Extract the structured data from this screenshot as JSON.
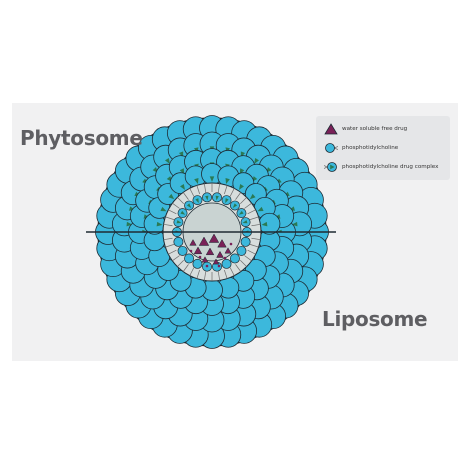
{
  "titles": {
    "top": "Phytosome",
    "bottom": "Liposome"
  },
  "legend": {
    "items": [
      {
        "label": "water soluble free drug",
        "icon": "triangle-drug-icon"
      },
      {
        "label": "phosphotidylcholine",
        "icon": "phospholipid-icon"
      },
      {
        "label": "phosphotidylcholine drug complex",
        "icon": "phospholipid-drug-complex-icon"
      }
    ]
  },
  "colors": {
    "background": "#ffffff",
    "panel": "#f1f1f2",
    "lipid_head": "#3cb8dc",
    "lipid_outline": "#1d2b34",
    "tail": "#6b6b6b",
    "drug_triangle": "#7a2158",
    "complex_drug": "#2a7a55",
    "core": "#c9d3d2",
    "divider": "#1f2a33",
    "title_text": "#5e5e62"
  }
}
